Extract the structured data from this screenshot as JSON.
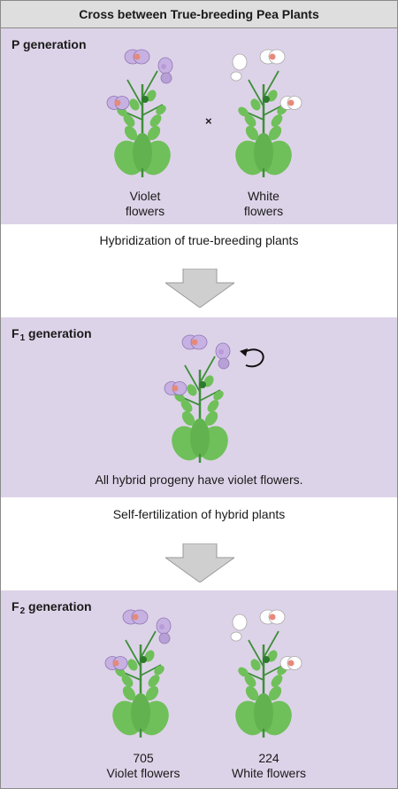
{
  "title": "Cross between True-breeding Pea Plants",
  "colors": {
    "band": "#ddd3e8",
    "leaf": "#6fc05a",
    "leaf_dark": "#3f8f3a",
    "violet_petal": "#c7b1e2",
    "white_petal": "#ffffff",
    "flower_center": "#e58a7a",
    "arrow": "#cfcfcf"
  },
  "p_generation": {
    "label": "P generation",
    "cross_symbol": "×",
    "left_caption": [
      "Violet",
      "flowers"
    ],
    "right_caption": [
      "White",
      "flowers"
    ]
  },
  "step1": "Hybridization of true-breeding plants",
  "f1_generation": {
    "label_prefix": "F",
    "label_sub": "1",
    "label_suffix": " generation",
    "caption": "All hybrid progeny have violet flowers."
  },
  "step2": "Self-fertilization of hybrid plants",
  "f2_generation": {
    "label_prefix": "F",
    "label_sub": "2",
    "label_suffix": " generation",
    "left_count": "705",
    "left_caption": "Violet flowers",
    "right_count": "224",
    "right_caption": "White flowers"
  }
}
